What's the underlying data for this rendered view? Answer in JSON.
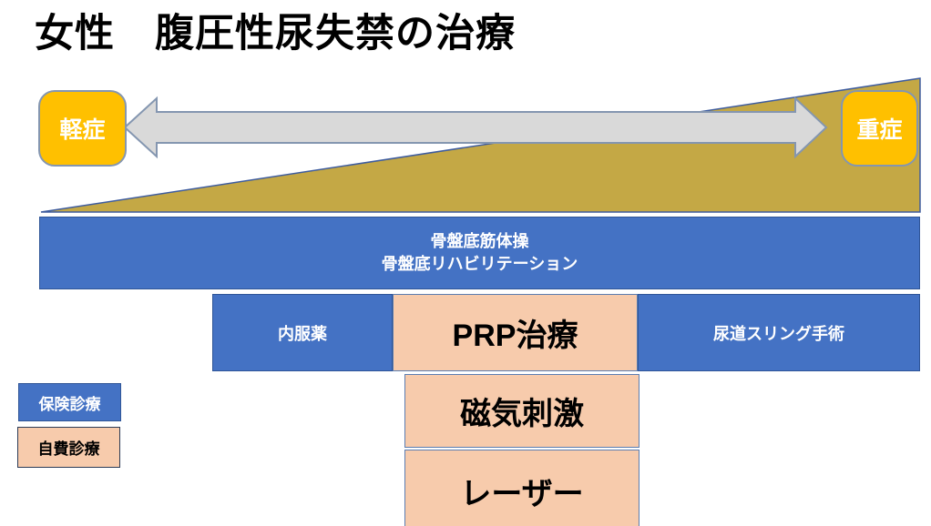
{
  "title": "女性　腹圧性尿失禁の治療",
  "severity_scale": {
    "mild_label": "軽症",
    "severe_label": "重症"
  },
  "treatments": {
    "pelvic_floor_line1": "骨盤底筋体操",
    "pelvic_floor_line2": "骨盤底リハビリテーション",
    "oral_medication": "内服薬",
    "prp": "PRP治療",
    "sling_surgery": "尿道スリング手術",
    "magnetic_stimulation": "磁気刺激",
    "laser": "レーザー"
  },
  "legend": {
    "insurance_label": "保険診療",
    "self_pay_label": "自費診療"
  },
  "colors": {
    "insurance_blue": "#4472C4",
    "blue_border": "#2F5597",
    "self_pay_peach": "#F7CBAC",
    "severity_orange": "#FFC000",
    "severity_gradient_olive": "#C4A845",
    "arrow_gray": "#D9D9D9",
    "outline_slate": "#8496B0"
  }
}
